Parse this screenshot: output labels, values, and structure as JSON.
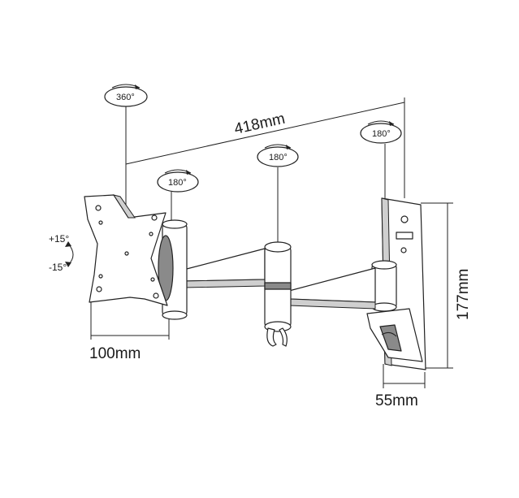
{
  "dimensions": {
    "width": "418mm",
    "height": "177mm",
    "vesa": "100mm",
    "depth": "55mm"
  },
  "rotations": {
    "plate": "360°",
    "head_pivot": "180°",
    "middle_pivot": "180°",
    "wall_pivot": "180°"
  },
  "tilt": {
    "up": "+15°",
    "down": "-15°"
  }
}
